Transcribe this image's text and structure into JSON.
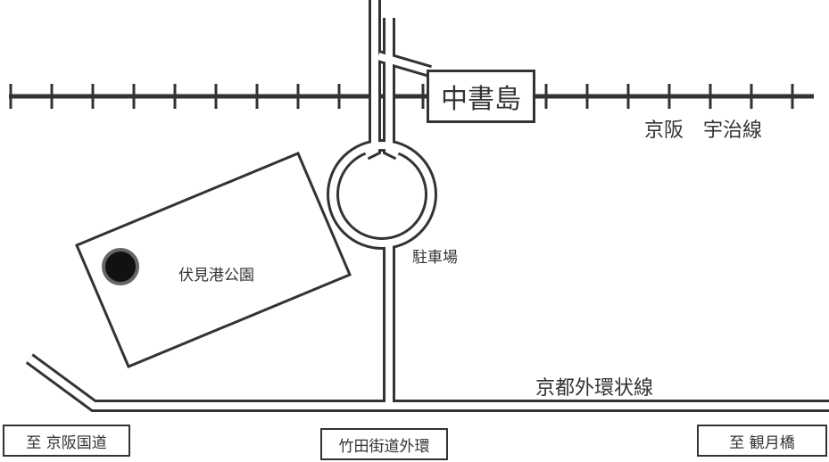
{
  "map": {
    "station_label": "中書島",
    "railway_label": "京阪　宇治線",
    "parking_label": "駐車場",
    "park_label": "伏見港公園",
    "highway_label": "京都外環状線",
    "destination_left": "至 京阪国道",
    "destination_center": "竹田街道外環",
    "destination_right": "至 観月橋"
  },
  "colors": {
    "ink": "#333333",
    "marker": "#111111",
    "marker_ring": "#666666",
    "background": "#ffffff"
  }
}
